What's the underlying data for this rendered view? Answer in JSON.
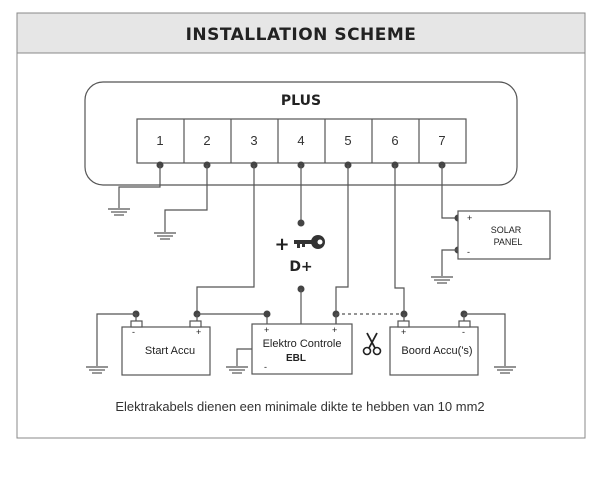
{
  "title": "INSTALLATION SCHEME",
  "unit": {
    "label": "PLUS",
    "terminals": [
      "1",
      "2",
      "3",
      "4",
      "5",
      "6",
      "7"
    ]
  },
  "ignition": {
    "plus_sign": "+",
    "label": "D+"
  },
  "start_battery": {
    "label": "Start Accu",
    "minus": "-",
    "plus": "+"
  },
  "controller": {
    "label": "Elektro Controle",
    "sublabel": "EBL",
    "plus_left": "+",
    "plus_right": "+",
    "minus": "-"
  },
  "board_battery": {
    "label": "Boord Accu('s)",
    "plus": "+",
    "minus": "-"
  },
  "solar_panel": {
    "label_line1": "SOLAR",
    "label_line2": "PANEL",
    "plus": "+",
    "minus": "-"
  },
  "footer_note": "Elektrakabels dienen een minimale dikte te hebben van 10 mm2"
}
